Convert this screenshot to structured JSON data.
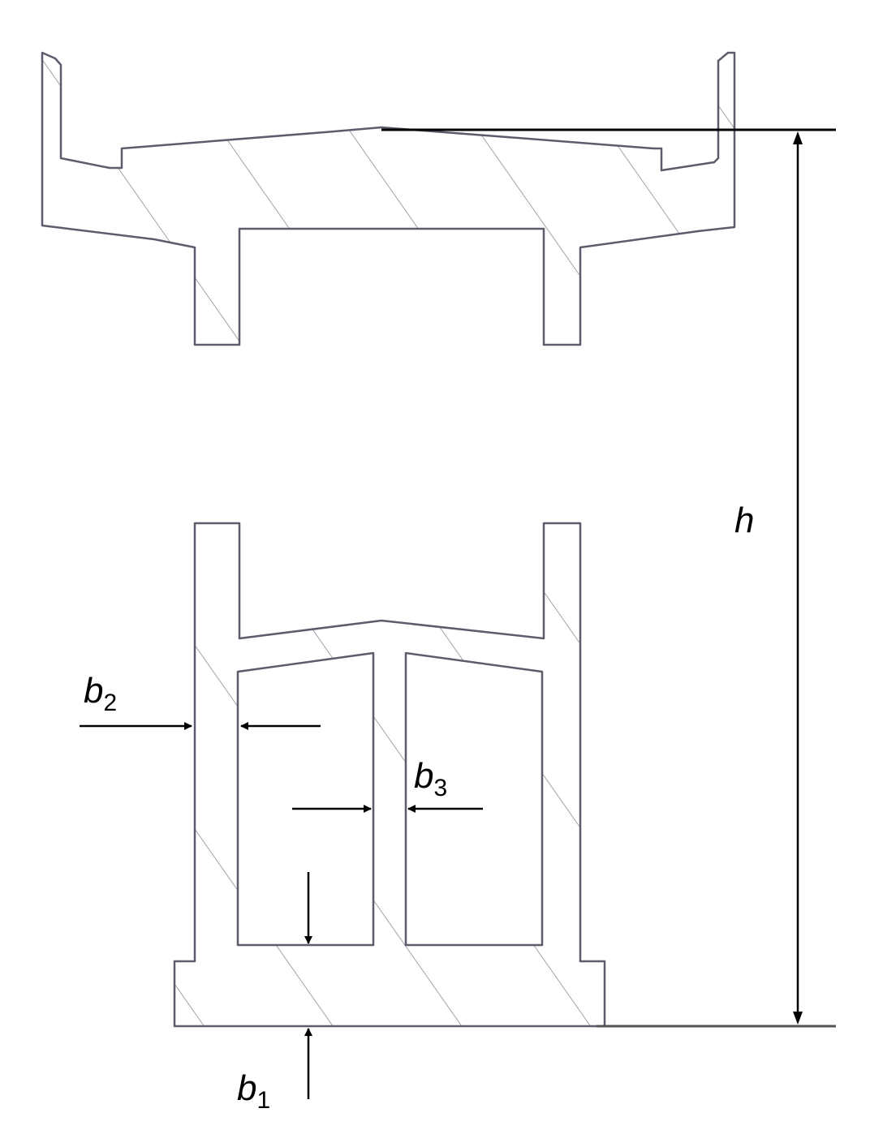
{
  "labels": {
    "h": "h",
    "b1": {
      "base": "b",
      "sub": "1"
    },
    "b2": {
      "base": "b",
      "sub": "2"
    },
    "b3": {
      "base": "b",
      "sub": "3"
    }
  },
  "colors": {
    "outline": "#5c5c6c",
    "hatch": "#8a8a96",
    "dimension": "#000000"
  }
}
